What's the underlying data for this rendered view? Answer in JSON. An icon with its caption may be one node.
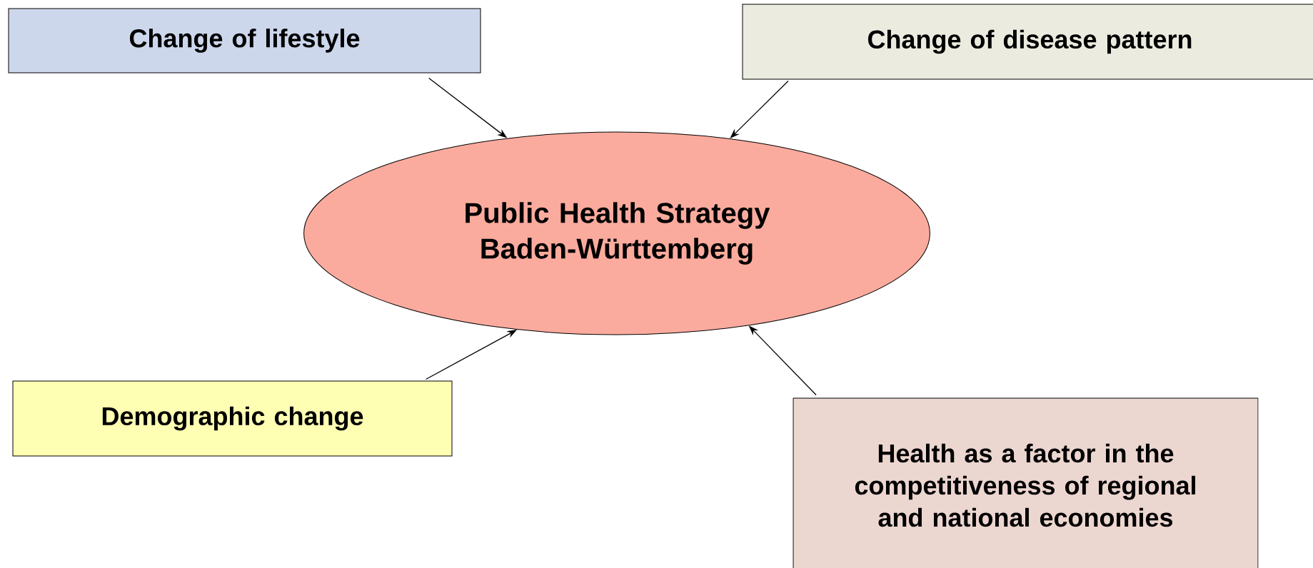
{
  "diagram": {
    "nodes": [
      {
        "text": [
          "Change of lifestyle"
        ]
      },
      {
        "text": [
          "Change of disease pattern"
        ]
      },
      {
        "text": [
          "Public Health Strategy Baden-Württemberg"
        ]
      },
      {
        "text": [
          "Demographic change"
        ]
      },
      {
        "text": [
          "Health as a factor in the competitiveness of regional and national economies"
        ]
      }
    ],
    "edges": [
      {
        "from": 0,
        "to": 2,
        "arrow": "to"
      },
      {
        "from": 1,
        "to": 2,
        "arrow": "to"
      },
      {
        "from": 3,
        "to": 2,
        "arrow": "to"
      },
      {
        "from": 4,
        "to": 2,
        "arrow": "to"
      }
    ]
  }
}
